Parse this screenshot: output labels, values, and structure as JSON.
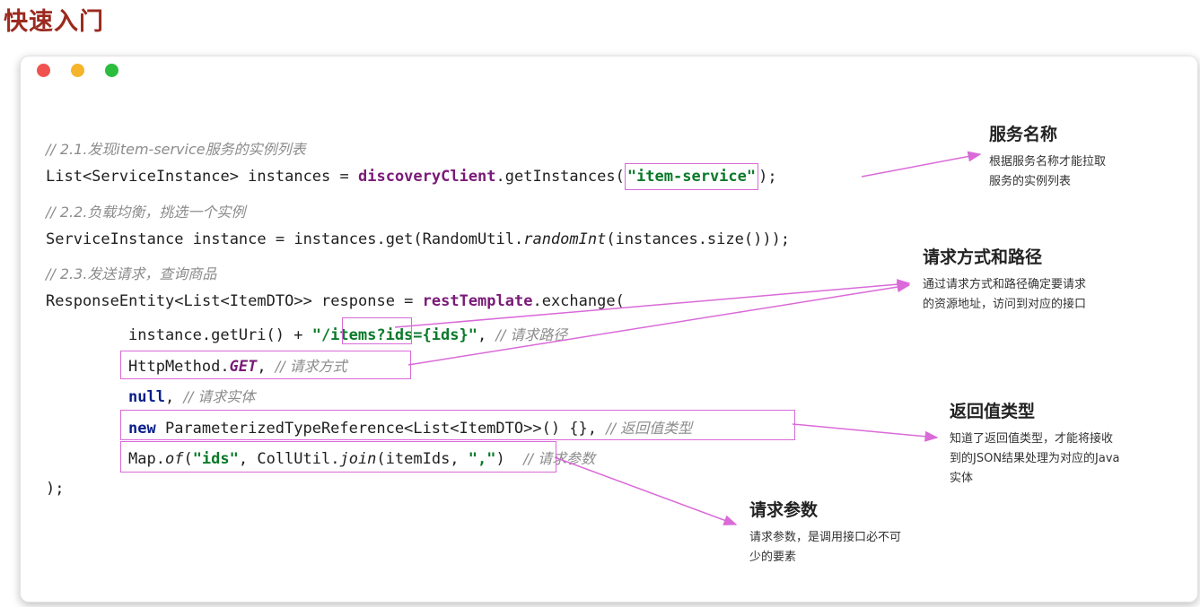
{
  "page": {
    "title": "快速入门"
  },
  "code": {
    "c1": "// 2.1.发现item-service服务的实例列表",
    "l1_a": "List<ServiceInstance> instances = ",
    "l1_b": "discoveryClient",
    "l1_c": ".getInstances(",
    "l1_d": "\"item-service\"",
    "l1_e": ");",
    "c2": "// 2.2.负载均衡，挑选一个实例",
    "l2_a": "ServiceInstance instance = instances.get(RandomUtil.",
    "l2_b": "randomInt",
    "l2_c": "(instances.size()));",
    "c3": "// 2.3.发送请求，查询商品",
    "l3_a": "ResponseEntity<List<ItemDTO>> response = ",
    "l3_b": "restTemplate",
    "l3_c": ".exchange(",
    "l4_a": "instance.getUri() + ",
    "l4_b": "\"/items?ids={ids}\"",
    "l4_c": ", ",
    "l4_cm": "// 请求路径",
    "l5_a": "HttpMethod.",
    "l5_b": "GET",
    "l5_c": ", ",
    "l5_cm": "// 请求方式",
    "l6_a": "null",
    "l6_b": ", ",
    "l6_cm": "// 请求实体",
    "l7_a": "new",
    "l7_b": " ParameterizedTypeReference<List<ItemDTO>>() {}, ",
    "l7_cm": "// 返回值类型",
    "l8_a": "Map.",
    "l8_b": "of",
    "l8_c": "(",
    "l8_d": "\"ids\"",
    "l8_e": ", CollUtil.",
    "l8_f": "join",
    "l8_g": "(itemIds, ",
    "l8_h": "\",\"",
    "l8_i": ")",
    "l8_cm": "// 请求参数",
    "l9": ");"
  },
  "annotations": {
    "service_name": {
      "title": "服务名称",
      "desc": "根据服务名称才能拉取服务的实例列表"
    },
    "method_path": {
      "title": "请求方式和路径",
      "desc": "通过请求方式和路径确定要请求的资源地址，访问到对应的接口"
    },
    "return_type": {
      "title": "返回值类型",
      "desc": "知道了返回值类型，才能将接收到的JSON结果处理为对应的Java实体"
    },
    "params": {
      "title": "请求参数",
      "desc": "请求参数，是调用接口必不可少的要素"
    }
  },
  "colors": {
    "title": "#9b2a1f",
    "highlight": "#d96ad8",
    "keyword": "#0b1f8a",
    "field": "#7a1a78",
    "string": "#0a7a2a",
    "comment": "#8c8c8c"
  }
}
